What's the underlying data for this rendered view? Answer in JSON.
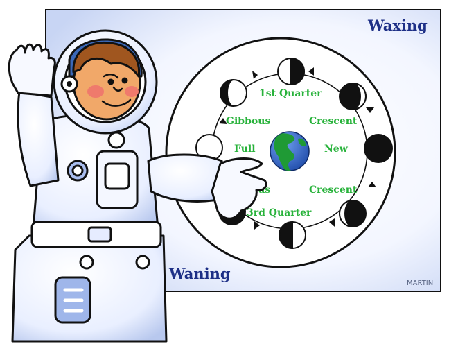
{
  "board": {
    "waxing_label": "Waxing",
    "waning_label": "Waning",
    "credit": "MARTIN"
  },
  "phases": {
    "first_quarter": "1st Quarter",
    "gibbous_top": "Gibbous",
    "crescent_top": "Crescent",
    "full": "Full",
    "new": "New",
    "gibbous_bottom": "Gibbous",
    "crescent_bottom": "Crescent",
    "third_quarter": "3rd Quarter"
  },
  "colors": {
    "board_fill": "#eef3ff",
    "board_edge": "#c5d3f2",
    "label_green": "#27b23a",
    "title_navy": "#1d2f86",
    "ocean": "#2f63c6",
    "land": "#1f9a35"
  }
}
